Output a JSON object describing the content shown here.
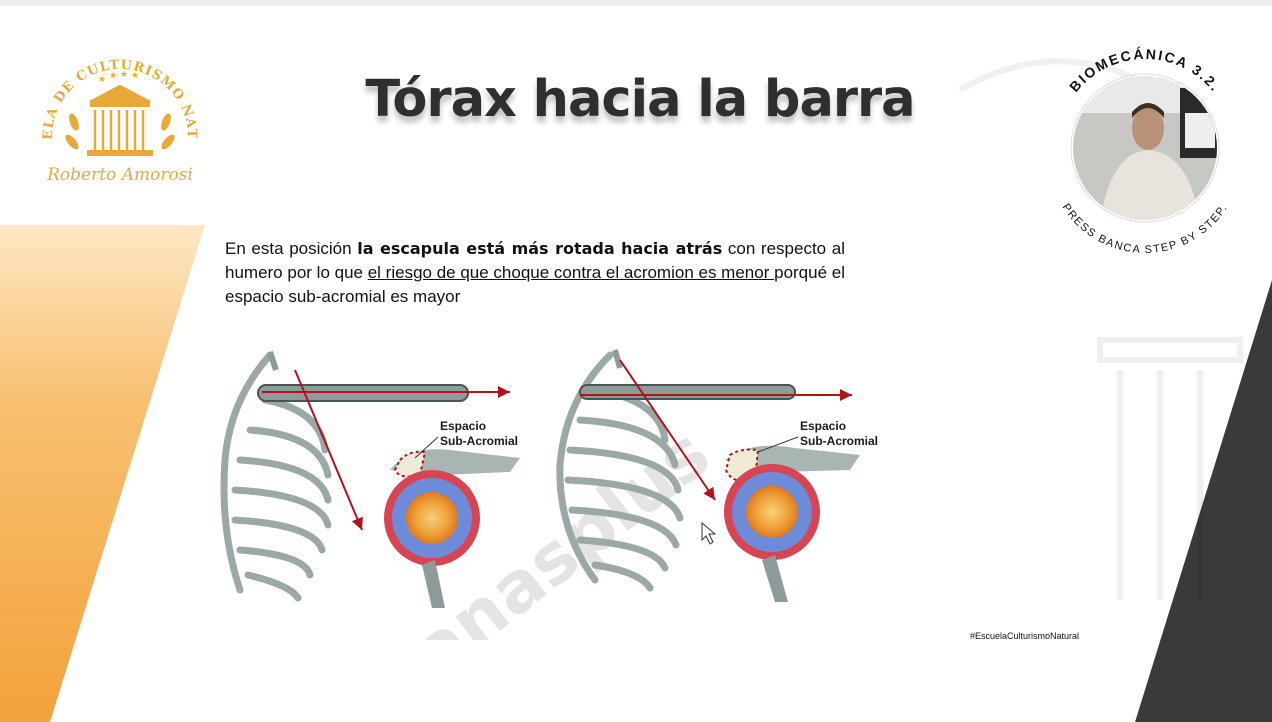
{
  "slide": {
    "title": "Tórax hacia la barra",
    "body": {
      "part1": "En esta posición ",
      "part2_bold": "la escapula está más rotada hacia atrás",
      "part3": " con respecto al humero por lo que ",
      "part4_underline": "el riesgo de que choque contra el acromion es menor ",
      "part5": "porqué el espacio sub-acromial es mayor"
    },
    "hashtag": "#EscuelaCulturismoNatural"
  },
  "logo": {
    "arc_text": "ESCUELA DE CULTURISMO NATURAL",
    "signature": "Roberto Amorosi",
    "color": "#e8a93a"
  },
  "badge": {
    "top_text": "BIOMECÁNICA 3.2.",
    "bottom_text": "PRESS BANCA STEP BY STEP."
  },
  "figure": {
    "left_label_line1": "Espacio",
    "left_label_line2": "Sub-Acromial",
    "right_label_line1": "Espacio",
    "right_label_line2": "Sub-Acromial",
    "watermark": "Danasplus"
  },
  "colors": {
    "accent_orange": "#f5a623",
    "dark_band": "#3a3a3a",
    "arrow_red": "#b3121c"
  }
}
